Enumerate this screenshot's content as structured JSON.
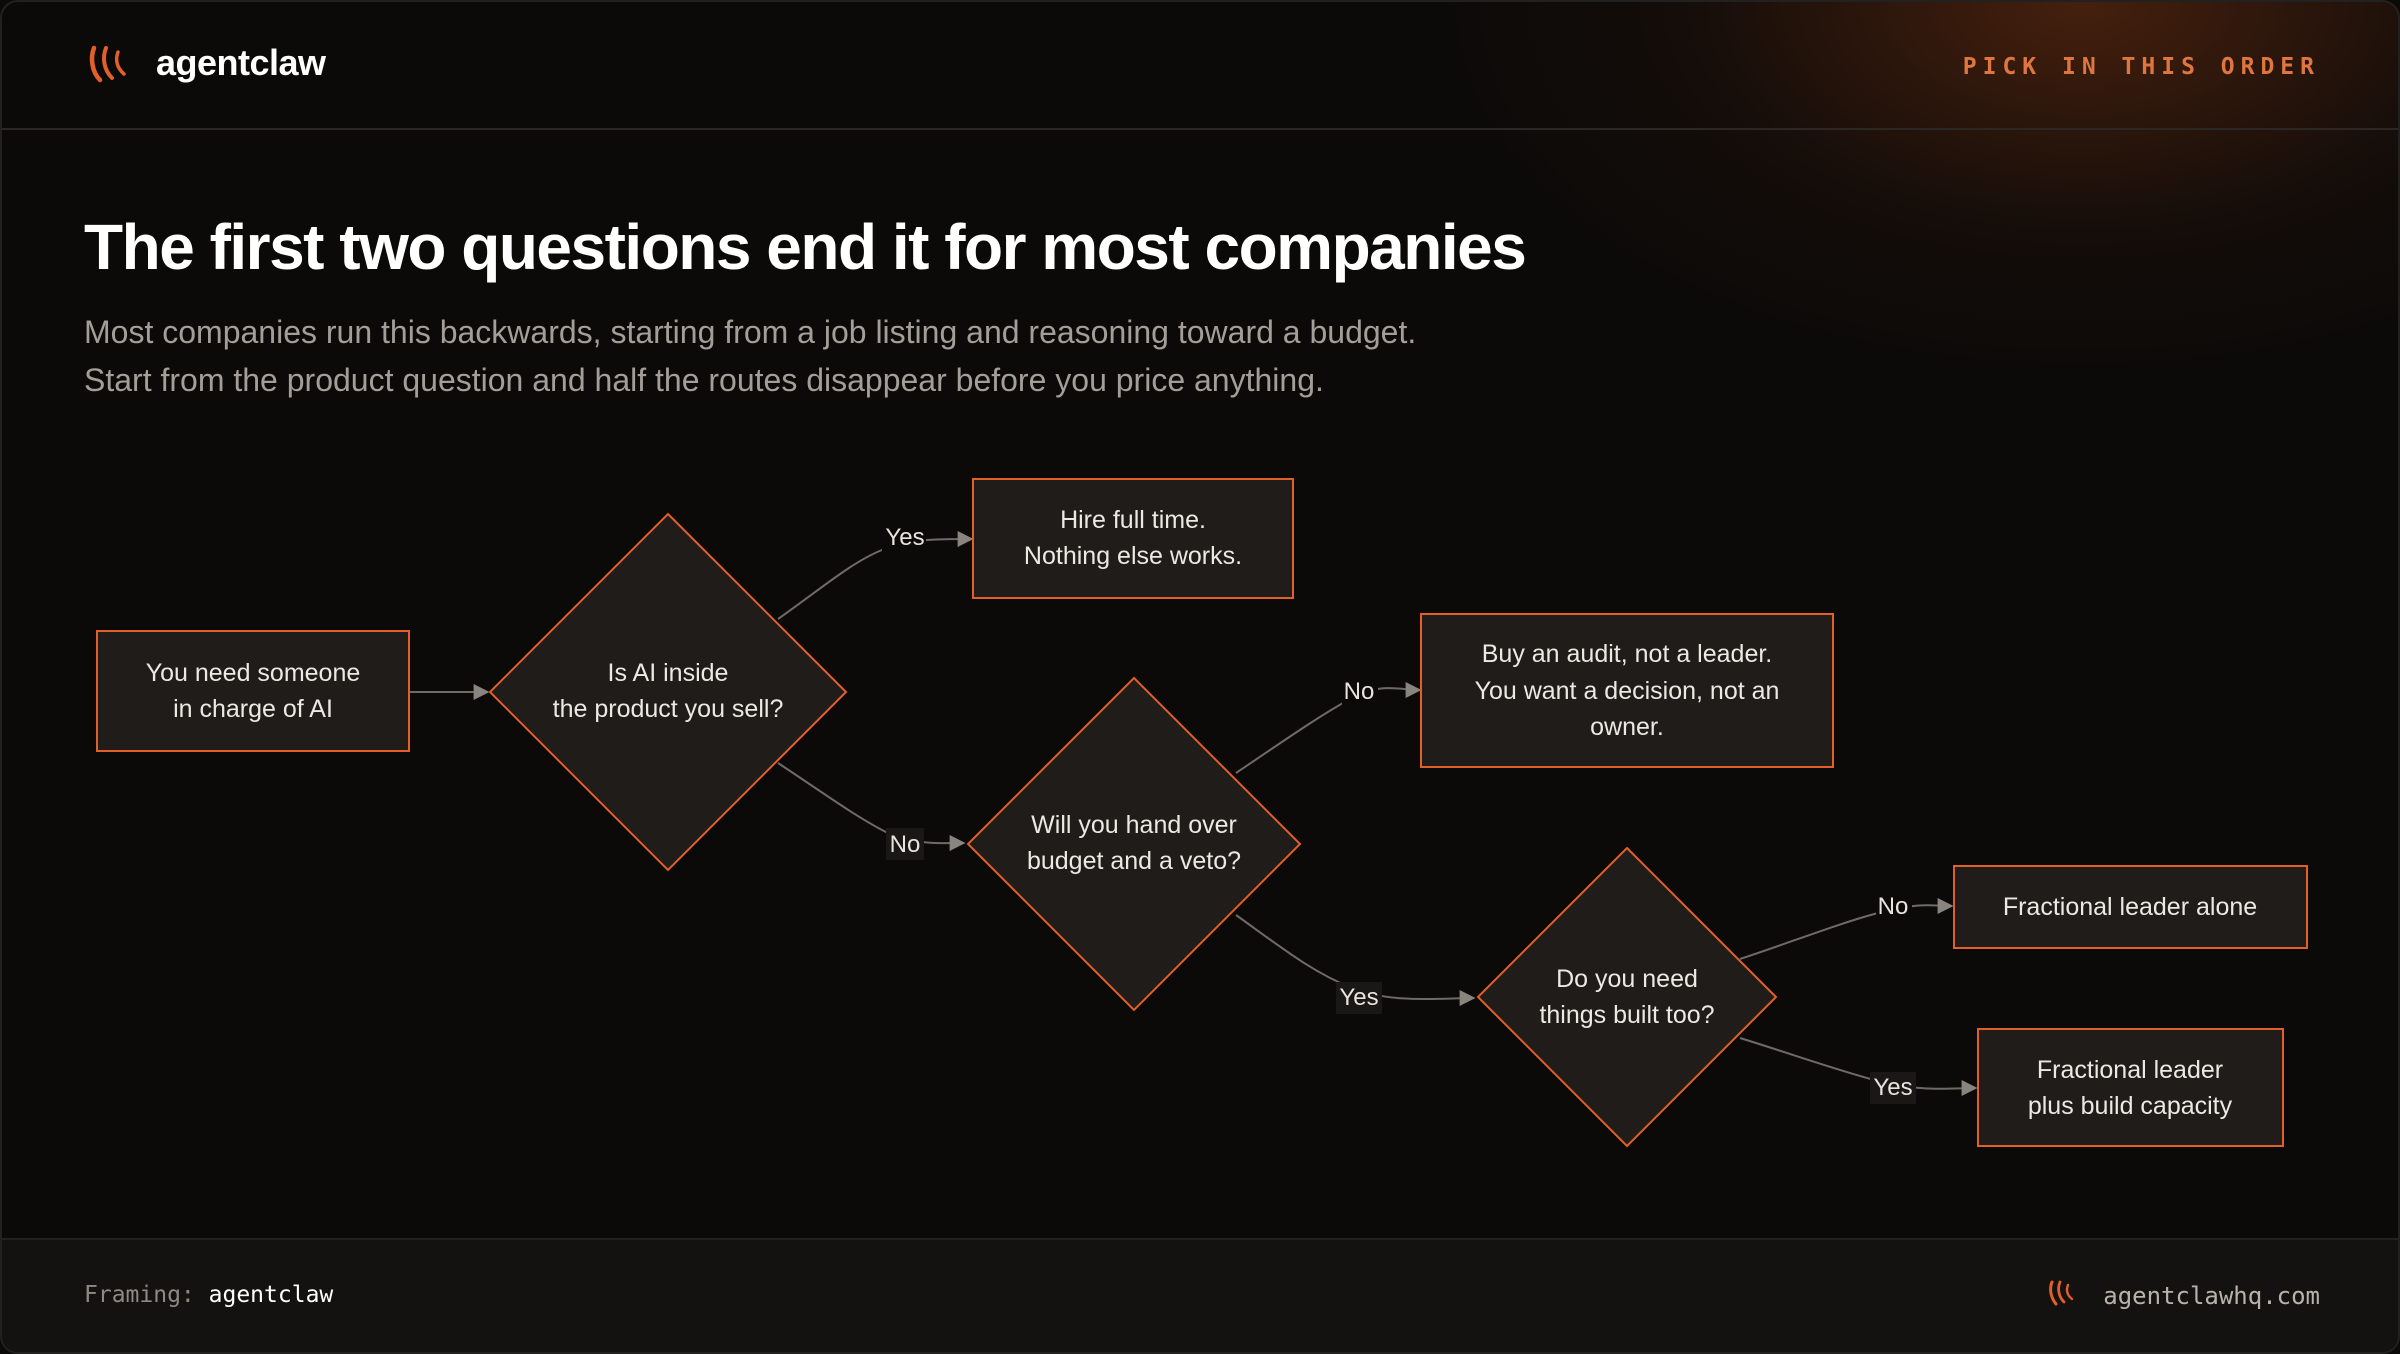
{
  "header": {
    "brand": "agentclaw",
    "eyebrow": "PICK IN THIS ORDER"
  },
  "main": {
    "headline": "The first two questions end it for most companies",
    "sub_lines": [
      "Most companies run this backwards, starting from a job listing and reasoning toward a budget.",
      "Start from the product question and half the routes disappear before you price anything."
    ]
  },
  "flow": {
    "start": [
      "You need someone",
      "in charge of AI"
    ],
    "q1": [
      "Is AI inside",
      "the product you sell?"
    ],
    "q2": [
      "Will you hand over",
      "budget and a veto?"
    ],
    "q3": [
      "Do you need",
      "things built too?"
    ],
    "outcome_fulltime": [
      "Hire full time.",
      "Nothing else works."
    ],
    "outcome_audit": [
      "Buy an audit, not a leader.",
      "You want a decision, not an",
      "owner."
    ],
    "outcome_fractional": [
      "Fractional leader alone"
    ],
    "outcome_fractional_build": [
      "Fractional leader",
      "plus build capacity"
    ],
    "edges": {
      "q1_yes": "Yes",
      "q1_no": "No",
      "q2_no": "No",
      "q2_yes": "Yes",
      "q3_no": "No",
      "q3_yes": "Yes"
    }
  },
  "footer": {
    "framing_label": "Framing:",
    "framing_value": "agentclaw",
    "url": "agentclawhq.com"
  },
  "colors": {
    "accent": "#e0763f",
    "node_fill": "#1f1c1a",
    "node_stroke": "#e25f2a",
    "edge": "#6f6a65",
    "background": "#0b0a09"
  }
}
